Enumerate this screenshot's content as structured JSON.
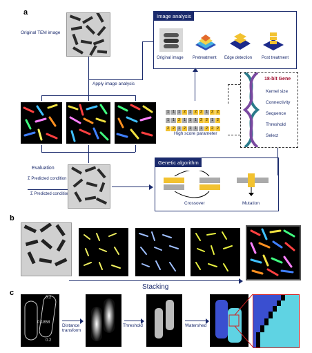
{
  "panel_a": {
    "letter": "a",
    "original_tem": "Original TEM image",
    "apply": "Apply image analysis",
    "image_analysis": {
      "title": "Image analysis",
      "steps": [
        "Original image",
        "Pretreatment",
        "Edge detection",
        "Post treatment"
      ]
    },
    "gene": {
      "title": "18-bit Gene",
      "items": [
        "Kernel size",
        "Connectivity",
        "Sequence",
        "Threshold",
        "Select"
      ]
    },
    "high_score": "High score parameter",
    "gene_rows": [
      [
        "1",
        "1",
        "1",
        "2",
        "1",
        "2",
        "2",
        "1",
        "2",
        "2"
      ],
      [
        "1",
        "1",
        "2",
        "1",
        "1",
        "1",
        "2",
        "2",
        "1",
        "2"
      ],
      [
        "2",
        "2",
        "1",
        "2",
        "1",
        "1",
        "1",
        "2",
        "2",
        "2"
      ]
    ],
    "evaluation": {
      "title": "Evaluation",
      "numerator": "Σ Predicted condition positive",
      "denominator": "Σ Predicted condition"
    },
    "genetic": {
      "title": "Genetic algorithm",
      "crossover": "Crossover",
      "mutation": "Mutation"
    }
  },
  "panel_b": {
    "letter": "b",
    "stacking": "Stacking"
  },
  "panel_c": {
    "letter": "c",
    "distance": "Distance\ntransform",
    "threshold": "Threshold",
    "watershed": "Watershed",
    "values": [
      "0.2",
      "0.1858",
      "0.2"
    ]
  },
  "colors": {
    "navy": "#1a2a6c",
    "yellow": "#f2c230",
    "gray": "#aaaaaa",
    "red": "#a01030",
    "cyan": "#5fd3e3",
    "blue": "#3a4fd0"
  }
}
